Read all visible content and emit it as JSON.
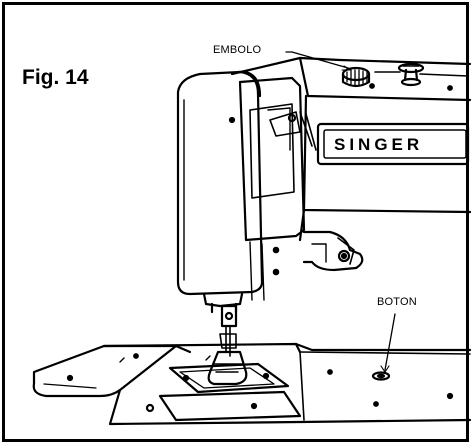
{
  "figure": {
    "label": "Fig. 14",
    "brand": "SINGER",
    "callouts": {
      "plunger": "EMBOLO",
      "button": "BOTON"
    }
  },
  "colors": {
    "ink": "#000000",
    "paper": "#ffffff"
  }
}
